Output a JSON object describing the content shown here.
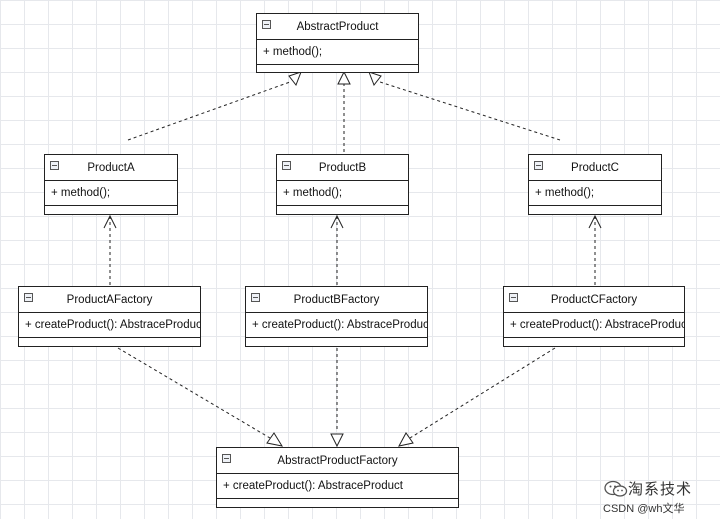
{
  "classes": {
    "abstract_product": {
      "name": "AbstractProduct",
      "operation": "+ method();"
    },
    "product_a": {
      "name": "ProductA",
      "operation": "+ method();"
    },
    "product_b": {
      "name": "ProductB",
      "operation": "+ method();"
    },
    "product_c": {
      "name": "ProductC",
      "operation": "+ method();"
    },
    "product_a_factory": {
      "name": "ProductAFactory",
      "operation": "+ createProduct(): AbstraceProduct"
    },
    "product_b_factory": {
      "name": "ProductBFactory",
      "operation": "+ createProduct(): AbstraceProduct"
    },
    "product_c_factory": {
      "name": "ProductCFactory",
      "operation": "+ createProduct(): AbstraceProduct"
    },
    "abstract_product_factory": {
      "name": "AbstractProductFactory",
      "operation": "+ createProduct(): AbstraceProduct"
    }
  },
  "watermark": {
    "title": "淘系技术",
    "credit": "CSDN @wh文华",
    "icon": "wechat-icon"
  },
  "colors": {
    "line": "#222222",
    "grid": "#e6e8ec",
    "box_fill": "#ffffff"
  }
}
